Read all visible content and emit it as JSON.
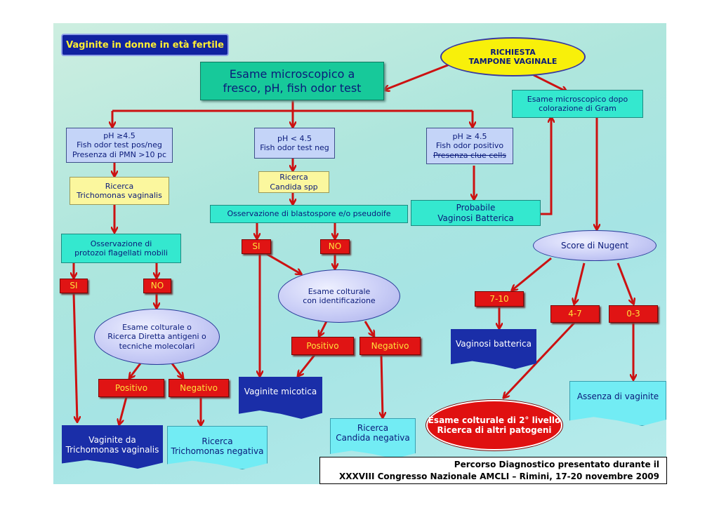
{
  "title": "Vaginite in donne in età fertile",
  "nodes": {
    "richiesta": [
      "RICHIESTA",
      "TAMPONE VAGINALE"
    ],
    "esame_fresco": [
      "Esame microscopico a",
      "fresco, pH, fish odor test"
    ],
    "gram": [
      "Esame microscopico dopo",
      "colorazione di Gram"
    ],
    "ph_high_trich": [
      "pH ≥4.5",
      "Fish odor test pos/neg",
      "Presenza di PMN >10 pc"
    ],
    "ph_low": [
      "pH < 4.5",
      "Fish odor test neg"
    ],
    "ph_high_clue": [
      "pH ≥ 4.5",
      "Fish odor positivo",
      "Presenza clue cells"
    ],
    "ricerca_trich": [
      "Ricerca",
      "Trichomonas vaginalis"
    ],
    "ricerca_candida": [
      "Ricerca",
      "Candida spp"
    ],
    "osservazione_blasto": "Osservazione di blastospore e/o pseudoife",
    "probabile_vb": [
      "Probabile",
      "Vaginosi Batterica"
    ],
    "osservazione_protozoi": [
      "Osservazione di",
      "protozoi flagellati mobili"
    ],
    "si_left": "SI",
    "no_left": "NO",
    "si_mid": "SI",
    "no_mid": "NO",
    "score_nugent": "Score di Nugent",
    "esame_colturale_id": [
      "Esame colturale",
      "con identificazione"
    ],
    "esame_colturale_trich": [
      "Esame colturale o",
      "Ricerca Diretta antigeni o",
      "tecniche molecolari"
    ],
    "score_7_10": "7-10",
    "score_4_7": "4-7",
    "score_0_3": "0-3",
    "positivo_mid": "Positivo",
    "negativo_mid": "Negativo",
    "positivo_left": "Positivo",
    "negativo_left": "Negativo",
    "vaginosi_batterica": "Vaginosi batterica",
    "vaginite_micotica": "Vaginite micotica",
    "assenza_vaginite": "Assenza di vaginite",
    "esame_2_livello": [
      "Esame colturale di 2° livello",
      "Ricerca di altri patogeni"
    ],
    "ricerca_candida_neg": [
      "Ricerca",
      "Candida negativa"
    ],
    "vaginite_trich": [
      "Vaginite da",
      "Trichomonas vaginalis"
    ],
    "ricerca_trich_neg": [
      "Ricerca",
      "Trichomonas negativa"
    ]
  },
  "footer": {
    "line1": "Percorso Diagnostico presentato durante il",
    "line2": "XXXVIII Congresso Nazionale AMCLI – Rimini, 17-20 novembre 2009"
  },
  "colors": {
    "arrow": "#cc1111",
    "label_text": "#ffe03a"
  }
}
